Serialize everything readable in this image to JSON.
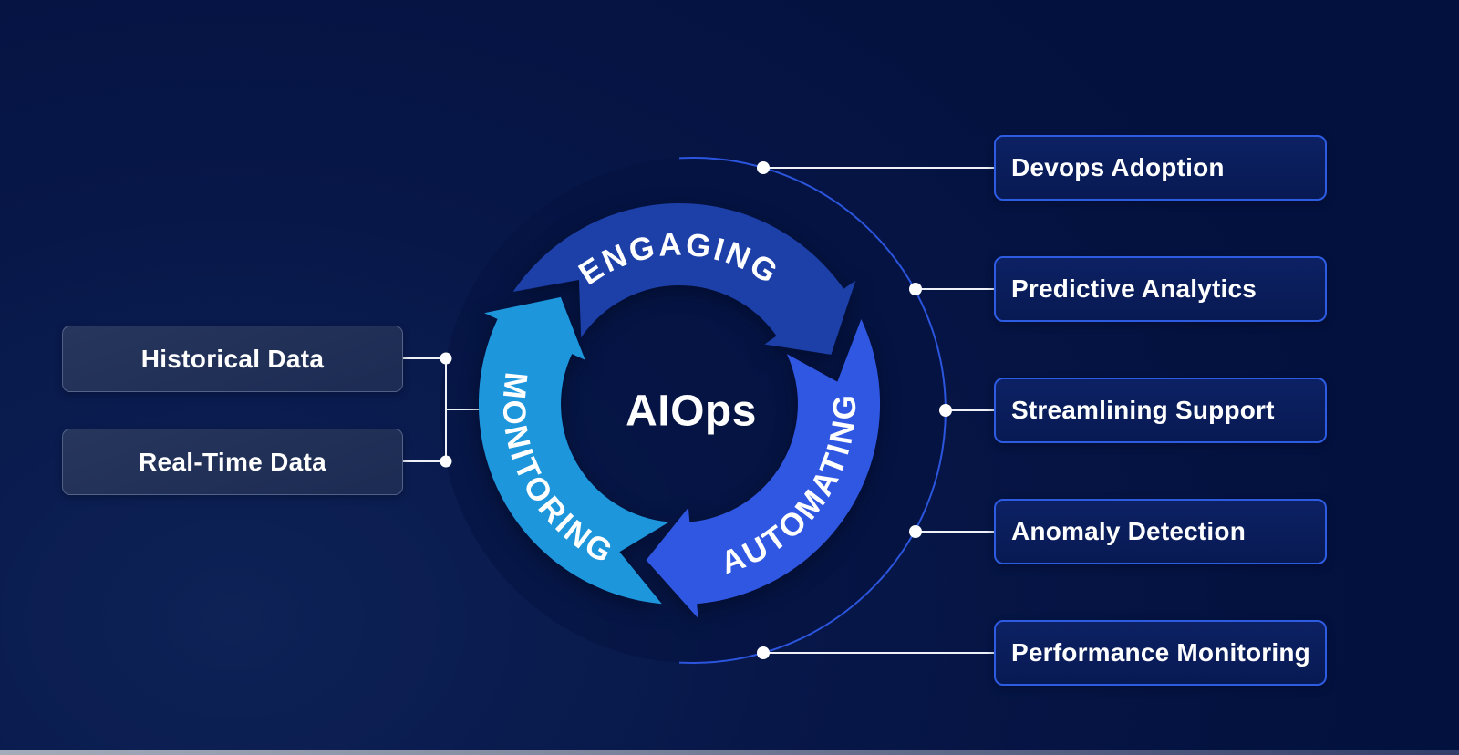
{
  "wheel": {
    "center_label": "AIOps",
    "segments": [
      {
        "id": "engaging",
        "label": "ENGAGING",
        "color": "#1c3fa8"
      },
      {
        "id": "automating",
        "label": "AUTOMATING",
        "color": "#2f57e2"
      },
      {
        "id": "monitoring",
        "label": "MONITORING",
        "color": "#1e96dc"
      }
    ]
  },
  "inputs": [
    {
      "label": "Historical Data"
    },
    {
      "label": "Real-Time Data"
    }
  ],
  "outputs": [
    {
      "label": "Devops Adoption"
    },
    {
      "label": "Predictive Analytics"
    },
    {
      "label": "Streamlining Support"
    },
    {
      "label": "Anomaly Detection"
    },
    {
      "label": "Performance Monitoring"
    }
  ],
  "colors": {
    "background_dark": "#03113e",
    "background_light": "#0e2257",
    "connector": "#eef1f7",
    "orbit_arc": "#2b55dd",
    "box_border_right": "#2d5ce2",
    "text": "#ffffff"
  }
}
